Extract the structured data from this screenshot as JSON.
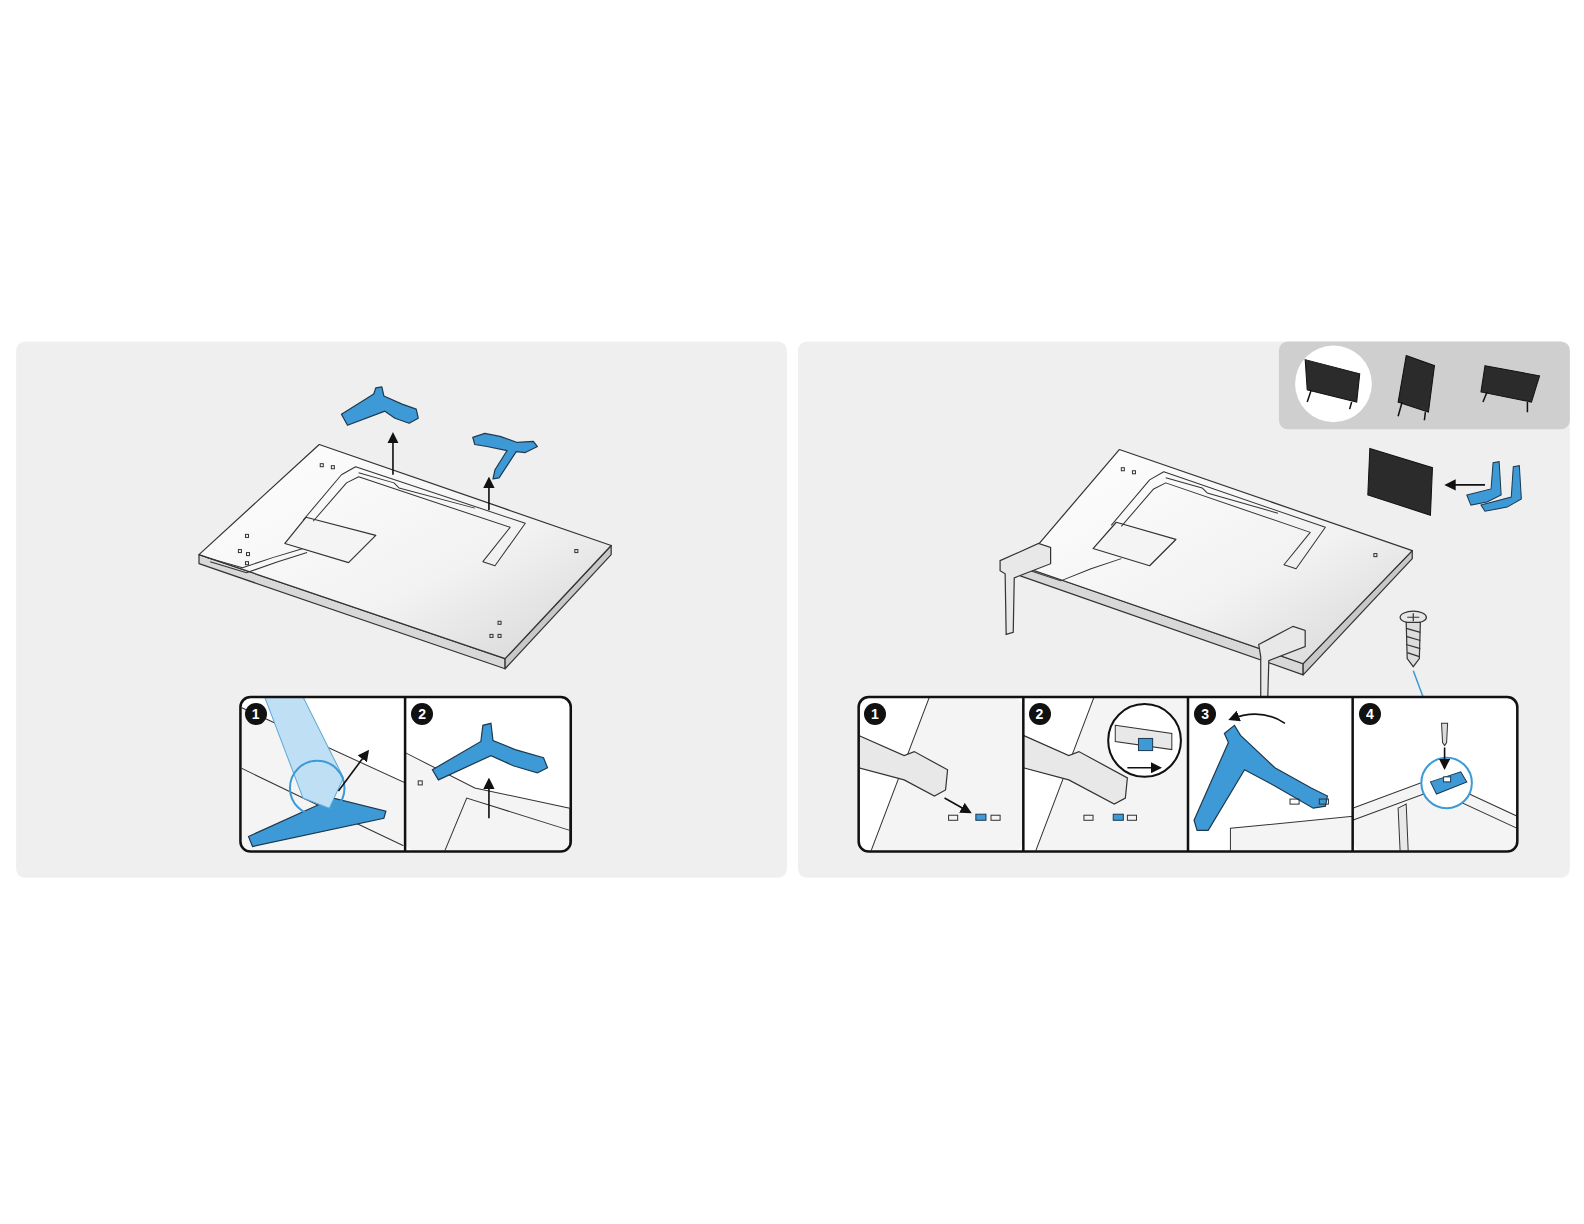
{
  "diagram": {
    "labels": [
      "1",
      "2",
      "1",
      "2",
      "3",
      "4"
    ]
  }
}
